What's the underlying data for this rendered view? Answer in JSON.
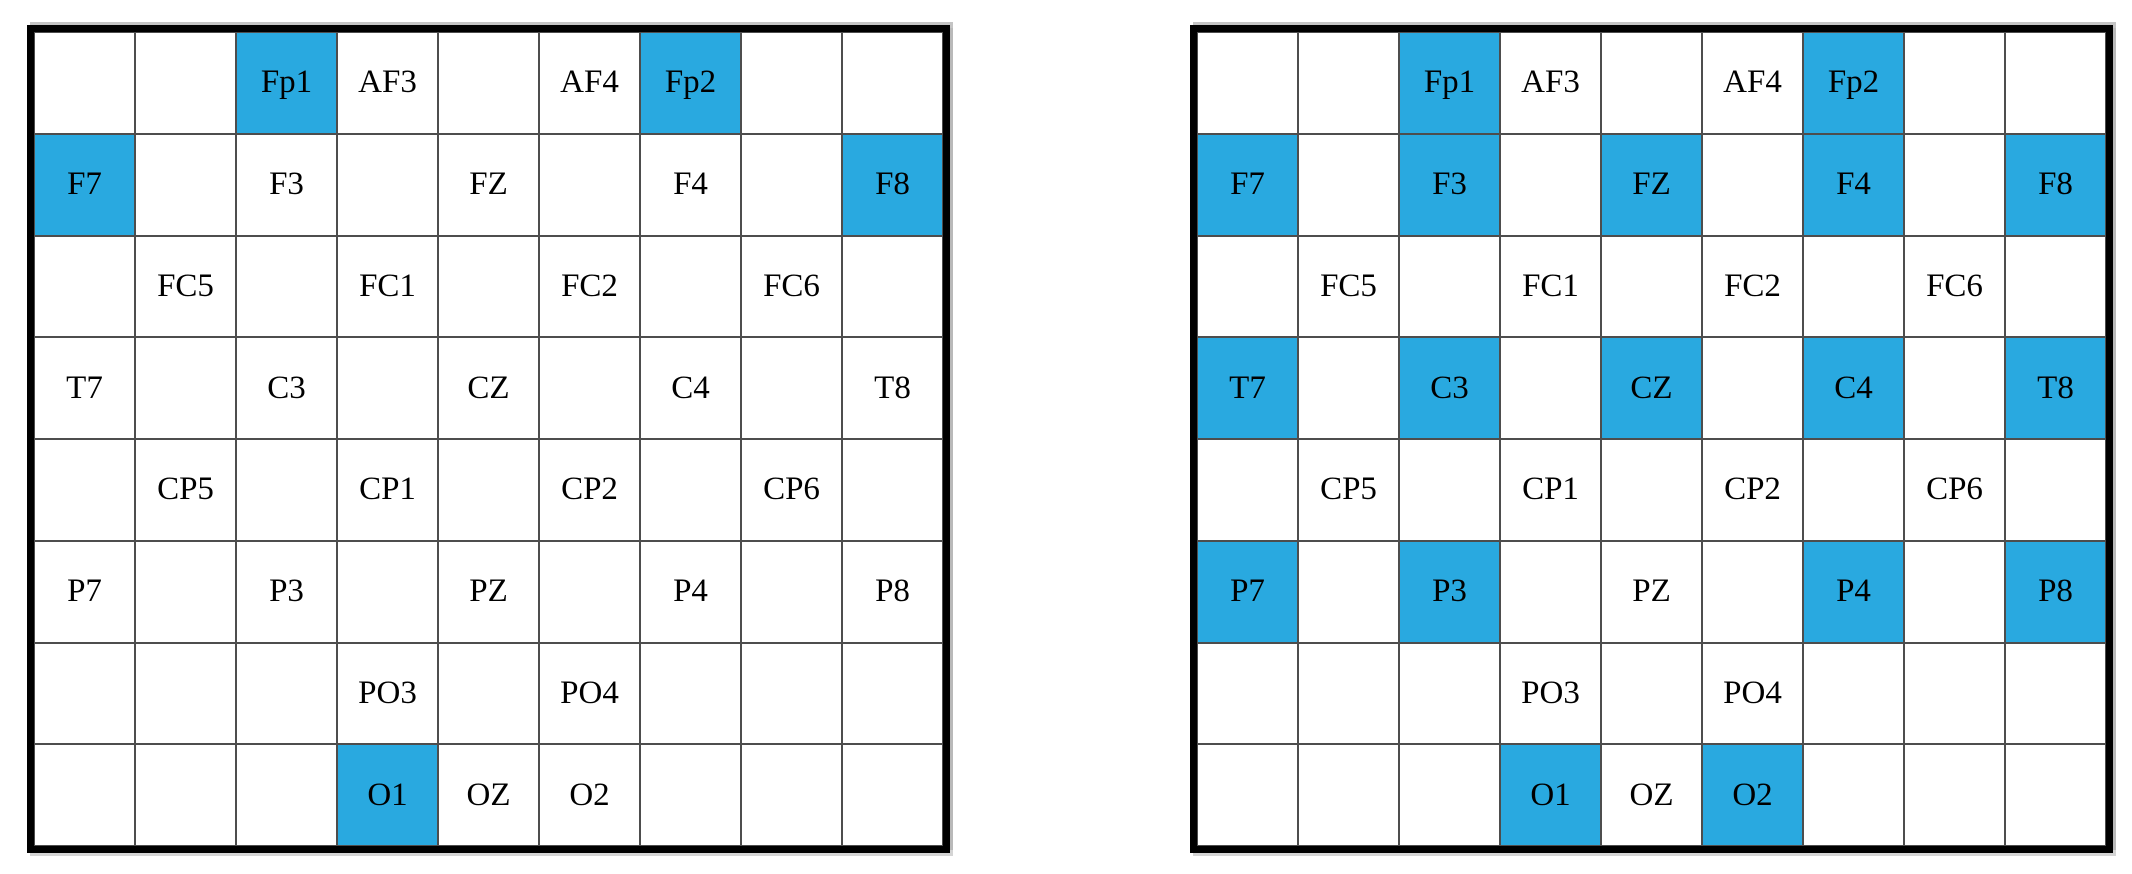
{
  "figure": {
    "description": "EEG electrode montage grids with highlighted channels",
    "colors": {
      "highlight": "#29a9e0",
      "grid_line": "#4d4d4d",
      "outer_border": "#000000",
      "text": "#000000",
      "background": "#ffffff"
    },
    "grids": [
      {
        "name": "eeg-grid-left",
        "columns": 9,
        "rows": 8,
        "cells": [
          [
            "",
            "",
            "Fp1",
            "AF3",
            "",
            "AF4",
            "Fp2",
            "",
            ""
          ],
          [
            "F7",
            "",
            "F3",
            "",
            "FZ",
            "",
            "F4",
            "",
            "F8"
          ],
          [
            "",
            "FC5",
            "",
            "FC1",
            "",
            "FC2",
            "",
            "FC6",
            ""
          ],
          [
            "T7",
            "",
            "C3",
            "",
            "CZ",
            "",
            "C4",
            "",
            "T8"
          ],
          [
            "",
            "CP5",
            "",
            "CP1",
            "",
            "CP2",
            "",
            "CP6",
            ""
          ],
          [
            "P7",
            "",
            "P3",
            "",
            "PZ",
            "",
            "P4",
            "",
            "P8"
          ],
          [
            "",
            "",
            "",
            "PO3",
            "",
            "PO4",
            "",
            "",
            ""
          ],
          [
            "",
            "",
            "",
            "O1",
            "OZ",
            "O2",
            "",
            "",
            ""
          ]
        ],
        "highlighted": [
          "Fp1",
          "Fp2",
          "F7",
          "F8",
          "O1"
        ]
      },
      {
        "name": "eeg-grid-right",
        "columns": 9,
        "rows": 8,
        "cells": [
          [
            "",
            "",
            "Fp1",
            "AF3",
            "",
            "AF4",
            "Fp2",
            "",
            ""
          ],
          [
            "F7",
            "",
            "F3",
            "",
            "FZ",
            "",
            "F4",
            "",
            "F8"
          ],
          [
            "",
            "FC5",
            "",
            "FC1",
            "",
            "FC2",
            "",
            "FC6",
            ""
          ],
          [
            "T7",
            "",
            "C3",
            "",
            "CZ",
            "",
            "C4",
            "",
            "T8"
          ],
          [
            "",
            "CP5",
            "",
            "CP1",
            "",
            "CP2",
            "",
            "CP6",
            ""
          ],
          [
            "P7",
            "",
            "P3",
            "",
            "PZ",
            "",
            "P4",
            "",
            "P8"
          ],
          [
            "",
            "",
            "",
            "PO3",
            "",
            "PO4",
            "",
            "",
            ""
          ],
          [
            "",
            "",
            "",
            "O1",
            "OZ",
            "O2",
            "",
            "",
            ""
          ]
        ],
        "highlighted": [
          "Fp1",
          "Fp2",
          "F7",
          "F3",
          "FZ",
          "F4",
          "F8",
          "T7",
          "C3",
          "CZ",
          "C4",
          "T8",
          "P7",
          "P3",
          "P4",
          "P8",
          "O1",
          "O2"
        ]
      }
    ]
  }
}
